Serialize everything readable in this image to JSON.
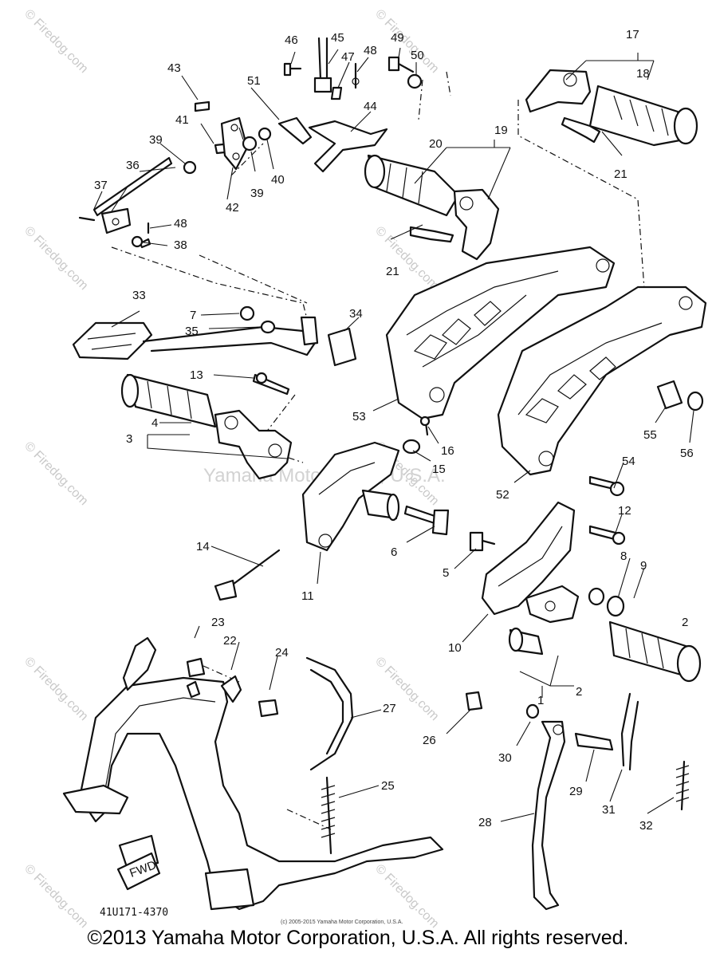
{
  "watermark_text": "© Firedog.com",
  "center_watermark": "Yamaha Motor Corp., U.S.A.",
  "diagram_code": "41U171-4370",
  "fwd_label": "FWD",
  "small_copyright": "(c) 2005-2015 Yamaha Motor Corporation, U.S.A.",
  "copyright": "©2013 Yamaha Motor Corporation, U.S.A. All rights reserved.",
  "labels": {
    "l1": "1",
    "l2a": "2",
    "l2b": "2",
    "l3": "3",
    "l4": "4",
    "l5": "5",
    "l6": "6",
    "l7": "7",
    "l8": "8",
    "l9": "9",
    "l10": "10",
    "l11": "11",
    "l12": "12",
    "l13": "13",
    "l14": "14",
    "l15": "15",
    "l16": "16",
    "l17": "17",
    "l18": "18",
    "l19": "19",
    "l20": "20",
    "l21a": "21",
    "l21b": "21",
    "l22": "22",
    "l23": "23",
    "l24": "24",
    "l25": "25",
    "l26": "26",
    "l27": "27",
    "l28": "28",
    "l29": "29",
    "l30": "30",
    "l31": "31",
    "l32": "32",
    "l33": "33",
    "l34": "34",
    "l35": "35",
    "l36": "36",
    "l37": "37",
    "l38": "38",
    "l39a": "39",
    "l39b": "39",
    "l40": "40",
    "l41": "41",
    "l42": "42",
    "l43": "43",
    "l44": "44",
    "l45": "45",
    "l46": "46",
    "l47": "47",
    "l48a": "48",
    "l48b": "48",
    "l49": "49",
    "l50": "50",
    "l51": "51",
    "l52": "52",
    "l53": "53",
    "l54": "54",
    "l55": "55",
    "l56": "56"
  }
}
